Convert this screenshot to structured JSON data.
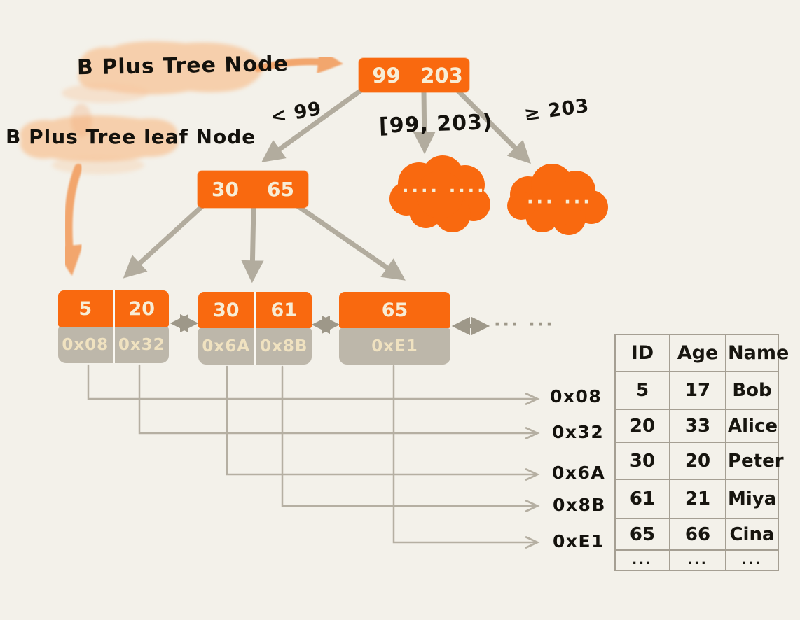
{
  "labels": {
    "node_label": "B Plus Tree Node",
    "leaf_label": "B Plus Tree leaf Node"
  },
  "root_node": {
    "keys": [
      "99",
      "203"
    ]
  },
  "internal_node": {
    "keys": [
      "30",
      "65"
    ]
  },
  "edge_labels": {
    "left": "< 99",
    "middle": "[99, 203)",
    "right": "≥ 203"
  },
  "clouds": [
    {
      "dots": "···· ····"
    },
    {
      "dots": "··· ···"
    }
  ],
  "leaves": [
    {
      "keys": [
        "5",
        "20"
      ],
      "pointers": [
        "0x08",
        "0x32"
      ]
    },
    {
      "keys": [
        "30",
        "61"
      ],
      "pointers": [
        "0x6A",
        "0x8B"
      ]
    },
    {
      "keys": [
        "65"
      ],
      "pointers": [
        "0xE1"
      ]
    }
  ],
  "leaf_chain_ellipsis": "··· ···",
  "pointer_labels": [
    "0x08",
    "0x32",
    "0x6A",
    "0x8B",
    "0xE1"
  ],
  "table": {
    "headers": [
      "ID",
      "Age",
      "Name"
    ],
    "rows": [
      [
        "5",
        "17",
        "Bob"
      ],
      [
        "20",
        "33",
        "Alice"
      ],
      [
        "30",
        "20",
        "Peter"
      ],
      [
        "61",
        "21",
        "Miya"
      ],
      [
        "65",
        "66",
        "Cina"
      ],
      [
        "...",
        "...",
        "..."
      ]
    ]
  },
  "colors": {
    "background": "#F3F1EA",
    "node_orange": "#F9690F",
    "pointer_gray": "#BDB7AA",
    "cream_text": "#F7EDD6",
    "tree_arrow": "#B2AC9E",
    "double_arrow": "#9E9889",
    "connector": "#B5AFA2",
    "highlight_peach": "#F7C9A1",
    "brush_arrow": "#F2A66D",
    "ink": "#14120D",
    "table_border": "#A59F93"
  }
}
